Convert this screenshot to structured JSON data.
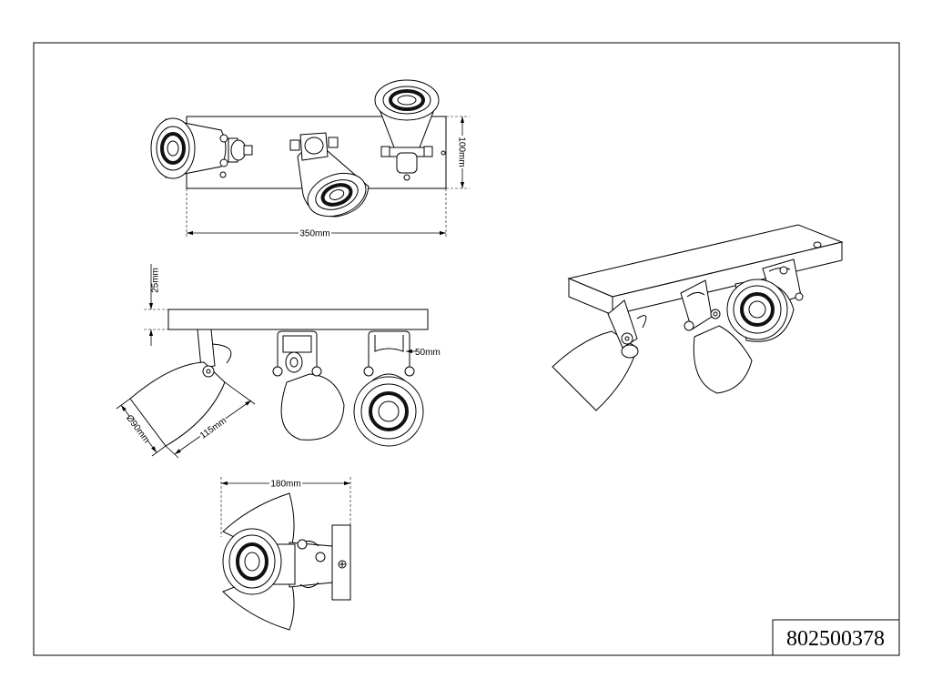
{
  "part_number": "802500378",
  "dimensions": {
    "top_width": "350mm",
    "top_depth": "100mm",
    "bar_height": "25mm",
    "arm_offset": "50mm",
    "shade_diameter": "Ø90mm",
    "shade_length": "115mm",
    "projection": "180mm"
  }
}
